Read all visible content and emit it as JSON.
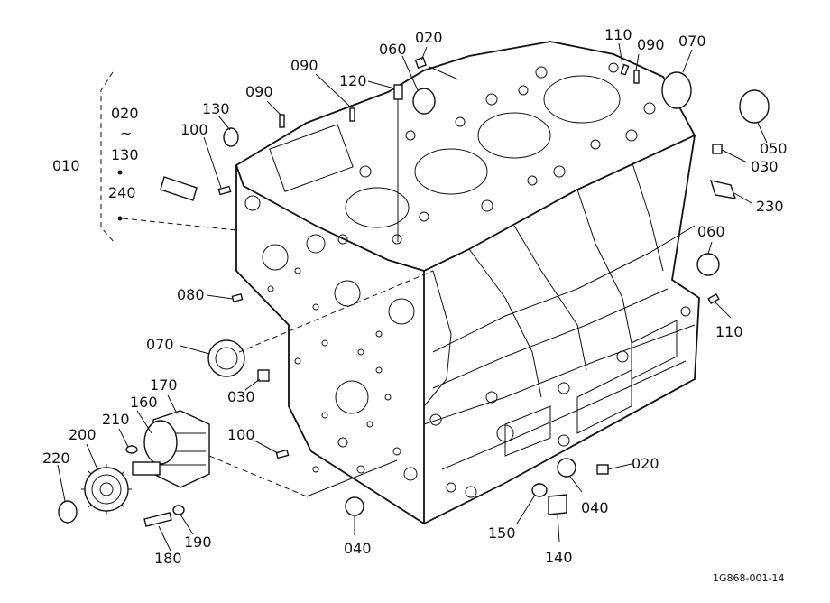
{
  "figure_id": "1G868-001-14",
  "group": {
    "main_label": "010",
    "range_start": "020",
    "range_sep": "~",
    "range_end": "130",
    "extra_item": "240"
  },
  "callouts": {
    "c020_top": "020",
    "c060_top": "060",
    "c110_top": "110",
    "c090_top_right": "090",
    "c070_top": "070",
    "c120": "120",
    "c090_mid": "090",
    "c090_left": "090",
    "c130": "130",
    "c100_top": "100",
    "c050": "050",
    "c030_right": "030",
    "c230": "230",
    "c060_right": "060",
    "c110_right": "110",
    "c080": "080",
    "c070_left": "070",
    "c030_left": "030",
    "c170": "170",
    "c160": "160",
    "c210": "210",
    "c200": "200",
    "c220": "220",
    "c100_bottom": "100",
    "c020_bottom": "020",
    "c040_right": "040",
    "c040_bottom": "040",
    "c150": "150",
    "c140": "140",
    "c190": "190",
    "c180": "180"
  }
}
